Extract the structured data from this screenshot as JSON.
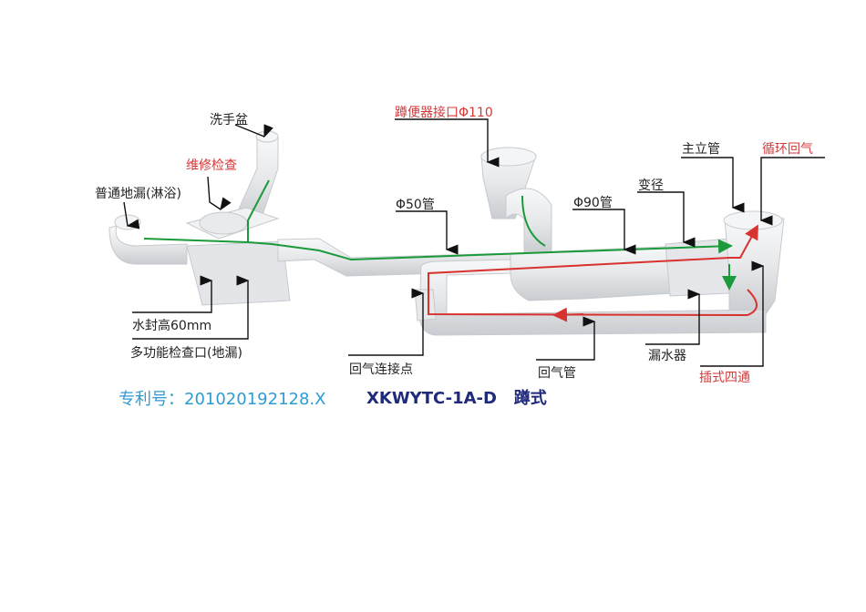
{
  "labels": {
    "basin": "洗手盆",
    "maintenance": "维修检查",
    "floor_drain": "普通地漏(淋浴)",
    "pipe50": "Φ50管",
    "toilet_inlet": "蹲便器接口Φ110",
    "pipe90": "Φ90管",
    "reducer": "变径",
    "main_riser": "主立管",
    "circulation": "循环回气",
    "water_seal": "水封高60mm",
    "multi_port": "多功能检查口(地漏)",
    "return_joint": "回气连接点",
    "return_pipe": "回气管",
    "leak_device": "漏水器",
    "cross_fitting": "插式四通"
  },
  "footer": {
    "patent": "专利号：201020192128.X",
    "model": "XKWYTC-1A-D",
    "type": "蹲式"
  },
  "colors": {
    "flow_green": "#1a9a3a",
    "return_red": "#d8322e",
    "pipe": "#eceef0",
    "patent_blue": "#2f9bd3",
    "model_navy": "#1f2a7a"
  }
}
